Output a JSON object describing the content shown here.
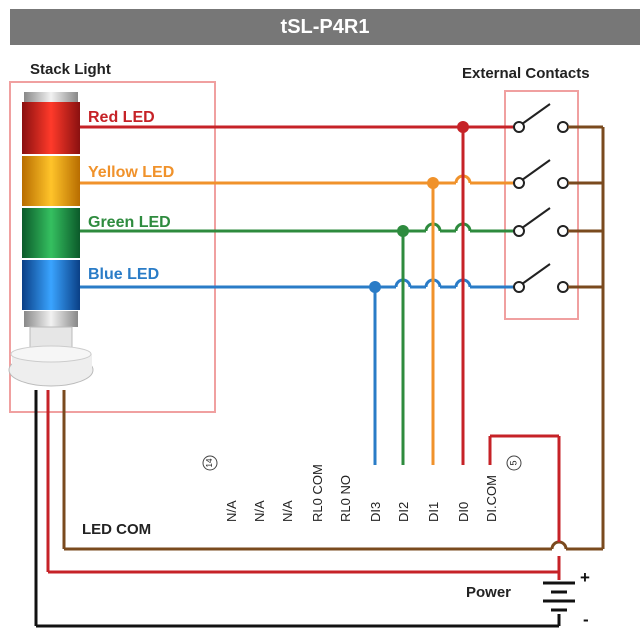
{
  "title": "tSL-P4R1",
  "stack_light_label": "Stack Light",
  "external_contacts_label": "External Contacts",
  "leds": {
    "red": "Red LED",
    "yellow": "Yellow LED",
    "green": "Green LED",
    "blue": "Blue LED"
  },
  "led_com_label": "LED COM",
  "power_label": "Power",
  "power_plus": "+",
  "power_minus": "-",
  "pin_numbers": {
    "left": "14",
    "right": "5"
  },
  "terminals": [
    "N/A",
    "N/A",
    "N/A",
    "RL0 COM",
    "RL0 NO",
    "DI3",
    "DI2",
    "DI1",
    "DI0",
    "DI.COM"
  ],
  "colors": {
    "red": "#c62227",
    "yellow": "#f0922b",
    "green": "#2e8b3e",
    "blue": "#2a7cc7",
    "brown": "#7a4a1e",
    "black": "#111111",
    "box": "#f0a0a0",
    "title_bg": "#777777"
  }
}
